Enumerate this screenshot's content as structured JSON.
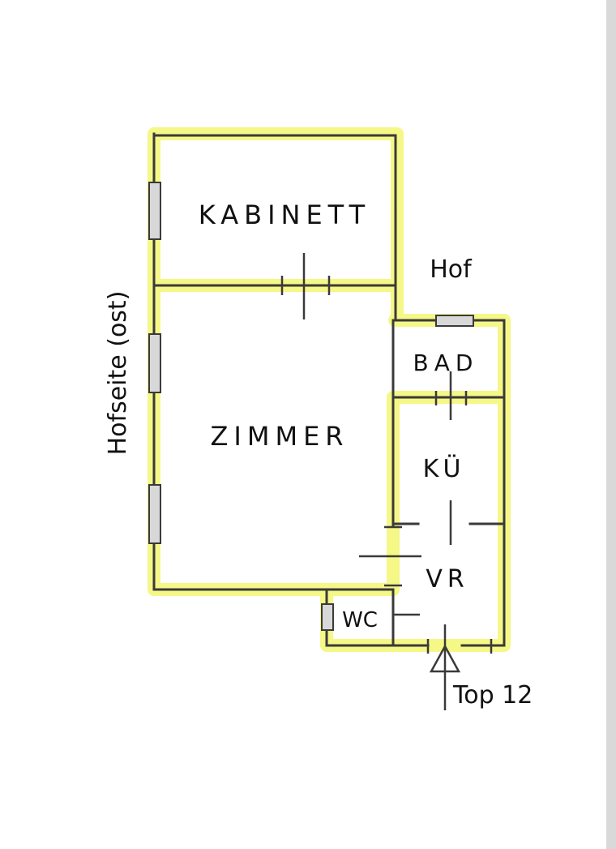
{
  "floor_plan": {
    "rooms": {
      "kabinett": "KABINETT",
      "zimmer": "ZIMMER",
      "bad": "BAD",
      "kueche": "KÜ",
      "vorraum": "VR",
      "wc": "WC"
    },
    "outside": {
      "courtyard": "Hof",
      "courtyard_side": "Hofseite (ost)"
    },
    "entrance_label": "Top 12"
  },
  "colors": {
    "wall": "#3a3a3a",
    "highlight": "#f4f77a",
    "window_fill": "#d8d8d8"
  }
}
